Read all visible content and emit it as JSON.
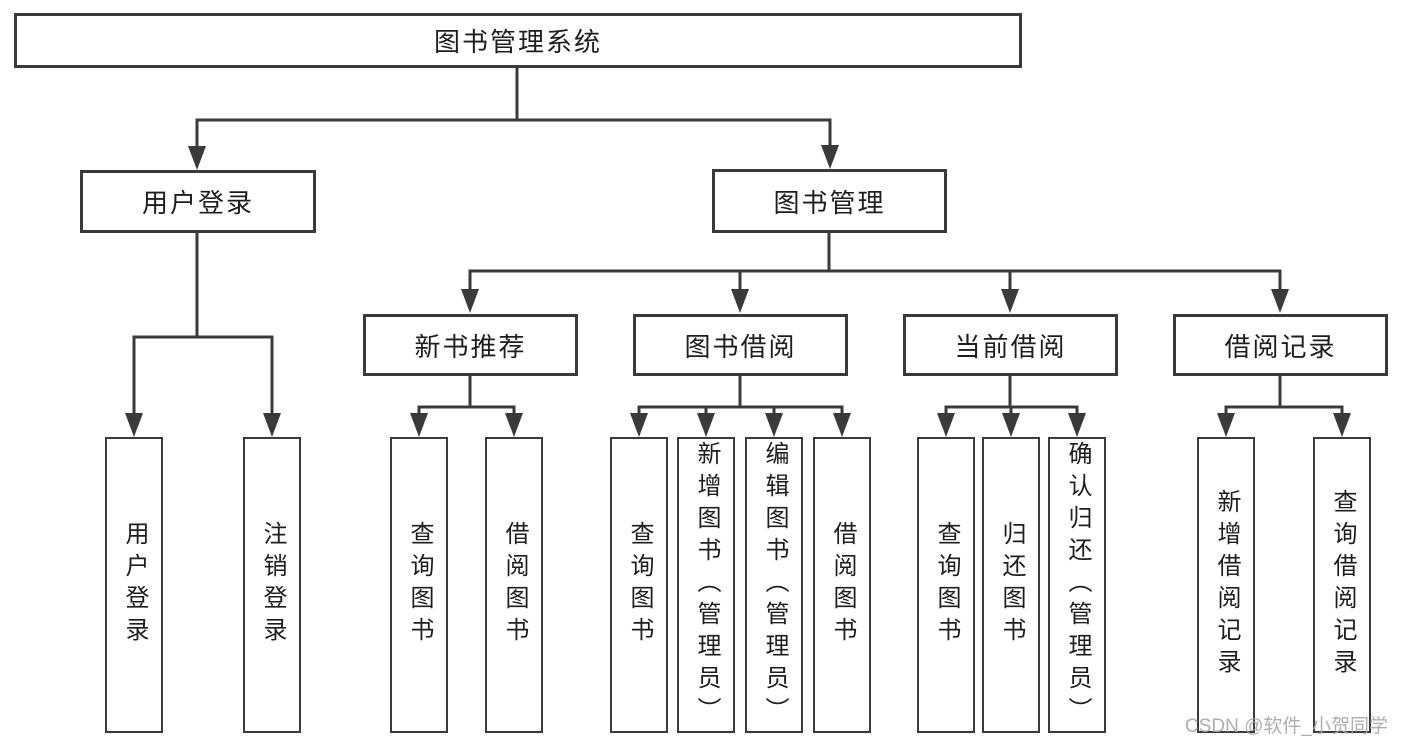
{
  "nodes": {
    "root": "图书管理系统",
    "user_login": "用户登录",
    "book_mgmt": "图书管理",
    "new_book_rec": "新书推荐",
    "book_borrow": "图书借阅",
    "current_borrow": "当前借阅",
    "borrow_record": "借阅记录",
    "leaf_user_login": "用户登录",
    "leaf_logout": "注销登录",
    "leaf_nbr_query_books": "查询图书",
    "leaf_nbr_borrow_books": "借阅图书",
    "leaf_bb_query_books": "查询图书",
    "leaf_bb_add_books": "新增图书（管理员）",
    "leaf_bb_edit_books": "编辑图书（管理员）",
    "leaf_bb_borrow_books": "借阅图书",
    "leaf_cb_query_books": "查询图书",
    "leaf_cb_return_books": "归还图书",
    "leaf_cb_confirm_return": "确认归还（管理员）",
    "leaf_br_add_record": "新增借阅记录",
    "leaf_br_query_record": "查询借阅记录"
  },
  "hierarchy": {
    "图书管理系统": [
      "用户登录",
      "图书管理"
    ],
    "用户登录": [
      "用户登录",
      "注销登录"
    ],
    "图书管理": [
      "新书推荐",
      "图书借阅",
      "当前借阅",
      "借阅记录"
    ],
    "新书推荐": [
      "查询图书",
      "借阅图书"
    ],
    "图书借阅": [
      "查询图书",
      "新增图书（管理员）",
      "编辑图书（管理员）",
      "借阅图书"
    ],
    "当前借阅": [
      "查询图书",
      "归还图书",
      "确认归还（管理员）"
    ],
    "借阅记录": [
      "新增借阅记录",
      "查询借阅记录"
    ]
  },
  "watermark": "CSDN @软件_小贺同学",
  "colors": {
    "line": "#3a3a3a",
    "text": "#1e1e1e",
    "watermark": "#a6a6a6",
    "background": "#ffffff"
  }
}
